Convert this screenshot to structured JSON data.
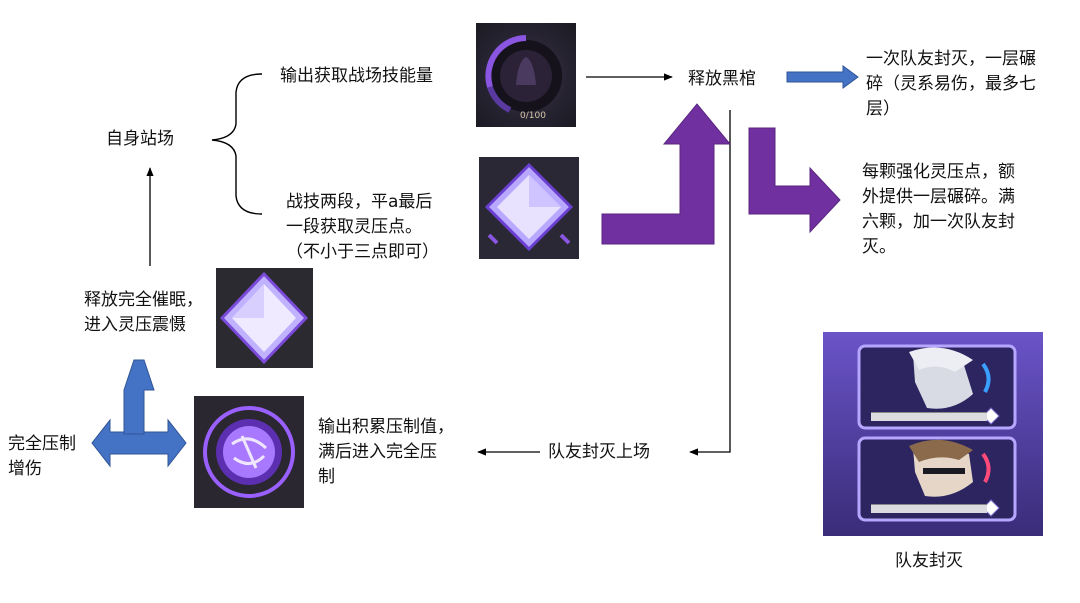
{
  "labels": {
    "self_field": "自身站场",
    "output_energy": "输出获取战场技能量",
    "battle_skill": "战技两段，平a最后\n一段获取灵压点。\n（不小于三点即可）",
    "release_coffin": "释放黑棺",
    "release_hypnosis": "释放完全催眠，\n进入灵压震慑",
    "full_suppress": "完全压制\n增伤",
    "output_suppress": "输出积累压制值，\n满后进入完全压\n制",
    "teammate_enter": "队友封灭上场",
    "shatter_note": "一次队友封灭，一层碾\n碎（灵系易伤，最多七\n层）",
    "pressure_note": "每颗强化灵压点，额\n外提供一层碾碎。满\n六颗，加一次队友封\n灭。",
    "teammate_caption": "队友封灭"
  },
  "energy_counter": "0/100",
  "colors": {
    "blue_arrow": "#4472c4",
    "purple_arrow": "#7030a0",
    "line": "#000000"
  },
  "icons": {
    "energy_ring": "energy-gauge-icon",
    "crystal": "diamond-crystal-icon",
    "orb": "suppress-orb-icon",
    "portraits": "teammate-portraits"
  }
}
